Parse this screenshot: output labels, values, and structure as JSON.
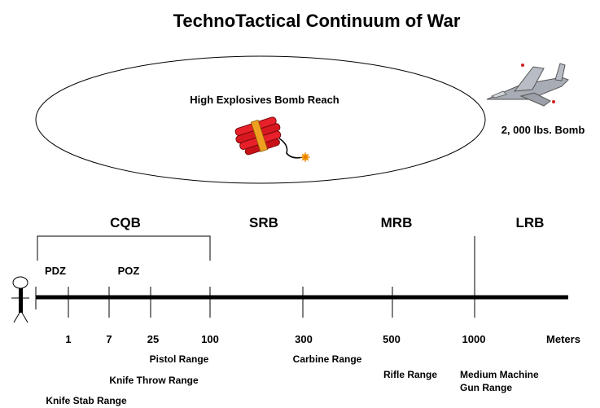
{
  "title": "TechnoTactical Continuum of War",
  "ellipse_label": "High Explosives Bomb Reach",
  "bomb_label": "2, 000 lbs. Bomb",
  "zones": [
    "CQB",
    "SRB",
    "MRB",
    "LRB"
  ],
  "sub_zones": [
    "PDZ",
    "POZ"
  ],
  "ticks": [
    "1",
    "7",
    "25",
    "100",
    "300",
    "500",
    "1000"
  ],
  "unit_label": "Meters",
  "ranges": {
    "pistol": "Pistol Range",
    "carbine": "Carbine Range",
    "rifle": "Rifle Range",
    "knife_throw": "Knife Throw Range",
    "mmg_line1": "Medium Machine",
    "mmg_line2": "Gun Range",
    "knife_stab": "Knife Stab Range"
  },
  "icons": {
    "person": "stick-figure-icon",
    "dynamite": "dynamite-bundle-icon",
    "jet": "fighter-jet-icon"
  },
  "colors": {
    "dynamite_red": "#e8202a",
    "dynamite_band": "#f0a020",
    "jet_gray": "#a8acb4"
  }
}
